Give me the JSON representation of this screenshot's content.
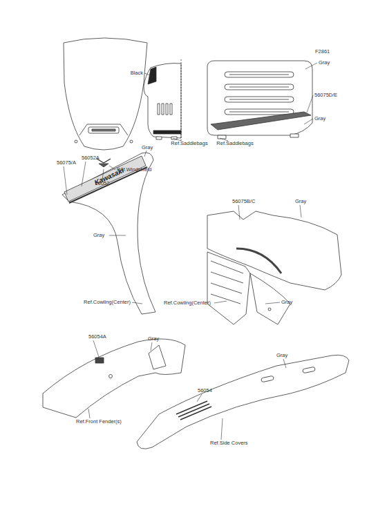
{
  "diagram": {
    "labels": [
      "Black",
      "F2861",
      "Gray",
      "56075D/E",
      "Gray",
      "Ref.Saddlebags",
      "Ref.Saddlebags",
      "Ref.Windshield",
      "56052",
      "Gray",
      "56075/A",
      "56052A",
      "Kawasaki",
      "Gray",
      "Ref.Cowling(Center)",
      "56075B/C",
      "Gray",
      "Ref.Cowling(Center)",
      "Gray",
      "56054A",
      "Gray",
      "Gray",
      "56054",
      "Ref.Front Fender(s)",
      "Ref.Side Covers"
    ]
  }
}
